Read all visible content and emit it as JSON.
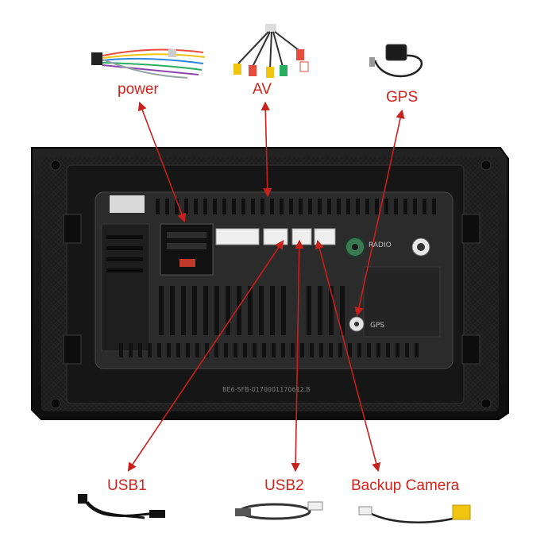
{
  "accessories": {
    "power": {
      "label": "power",
      "icon": "power-harness-icon"
    },
    "av": {
      "label": "AV",
      "icon": "av-rca-cable-icon"
    },
    "gps": {
      "label": "GPS",
      "icon": "gps-antenna-icon"
    },
    "usb1": {
      "label": "USB1",
      "icon": "usb-cable-icon"
    },
    "usb2": {
      "label": "USB2",
      "icon": "usb-cable-icon"
    },
    "backup_camera": {
      "label": "Backup Camera",
      "icon": "camera-cable-icon"
    }
  },
  "panel": {
    "radio_port": "RADIO",
    "gps_port": "GPS",
    "serial_text": "BE6-SFB-0170001170612.B"
  },
  "colors": {
    "label_red": "#d0231b",
    "arrow_red": "#c8201a",
    "bezel": "#141414",
    "chassis": "#2a2a2a"
  }
}
